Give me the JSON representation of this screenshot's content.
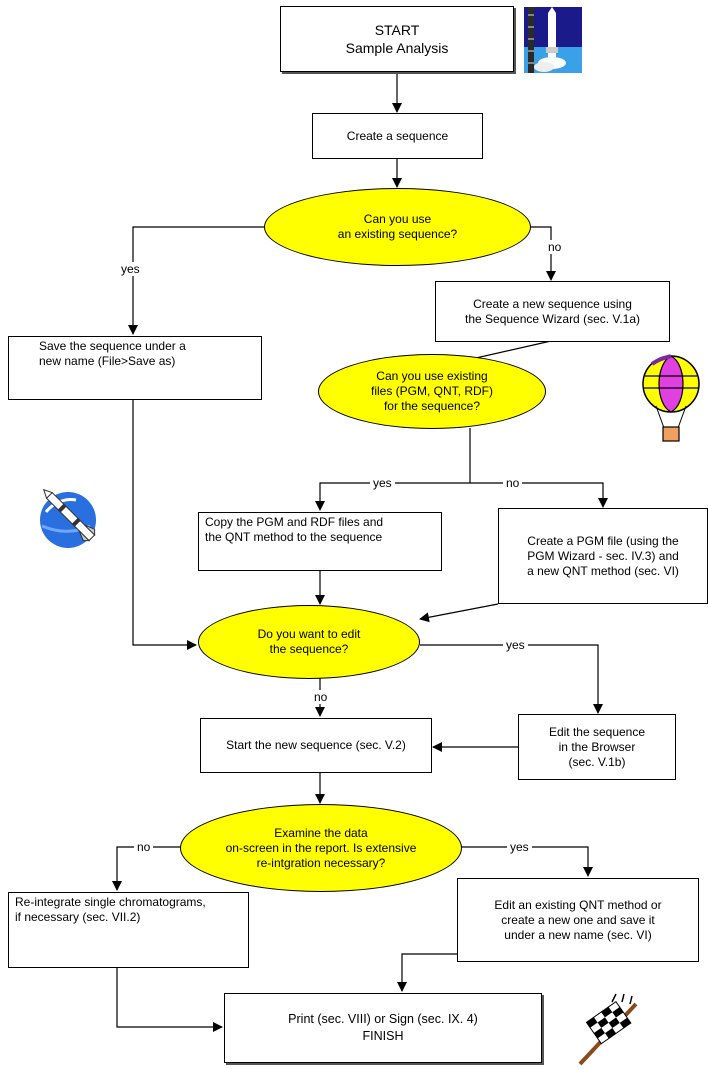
{
  "start": {
    "line1": "START",
    "line2": "Sample Analysis"
  },
  "create_sequence": "Create a sequence",
  "q_existing_sequence": {
    "line1": "Can you use",
    "line2": "an existing sequence?"
  },
  "branch_labels": {
    "yes_1": "yes",
    "no_1": "no",
    "yes_2": "yes",
    "no_2": "no",
    "yes_3": "yes",
    "no_3": "no",
    "yes_4": "yes",
    "no_4": "no"
  },
  "save_sequence": {
    "line1": "Save the sequence under a",
    "line2": "new name (File>Save as)"
  },
  "new_sequence_wizard": {
    "line1": "Create a new sequence using",
    "line2": "the Sequence Wizard (sec. V.1a)"
  },
  "q_existing_files": {
    "line1": "Can you use existing",
    "line2": "files (PGM, QNT, RDF)",
    "line3": "for the sequence?"
  },
  "copy_files": {
    "line1": "Copy the PGM and RDF files and",
    "line2": "the QNT method to the sequence"
  },
  "create_pgm": {
    "line1": "Create a PGM file (using the",
    "line2": "PGM Wizard - sec. IV.3) and",
    "line3": "a new QNT method (sec. VI)"
  },
  "q_edit_sequence": {
    "line1": "Do you want to edit",
    "line2": "the sequence?"
  },
  "edit_browser": {
    "line1": "Edit the sequence",
    "line2": "in the Browser",
    "line3": "(sec. V.1b)"
  },
  "start_new_sequence": "Start the new sequence (sec. V.2)",
  "q_examine": {
    "line1": "Examine the data",
    "line2": "on-screen in the report. Is extensive",
    "line3": "re-intgration necessary?"
  },
  "reintegrate": {
    "line1": "Re-integrate single chromatograms,",
    "line2": "if necessary (sec. VII.2)"
  },
  "edit_qnt": {
    "line1": "Edit an existing QNT method or",
    "line2": "create a new one and save it",
    "line3": "under a new name (sec. VI)"
  },
  "finish": {
    "line1": "Print (sec. VIII) or Sign (sec. IX. 4)",
    "line2": "FINISH"
  },
  "clipart": {
    "rocket_launch": "rocket-launch-icon",
    "balloon": "hot-air-balloon-icon",
    "satellite": "rocket-icon",
    "flag": "checkered-flag-icon"
  },
  "colors": {
    "decision": "#ffff00",
    "line": "#000000"
  }
}
